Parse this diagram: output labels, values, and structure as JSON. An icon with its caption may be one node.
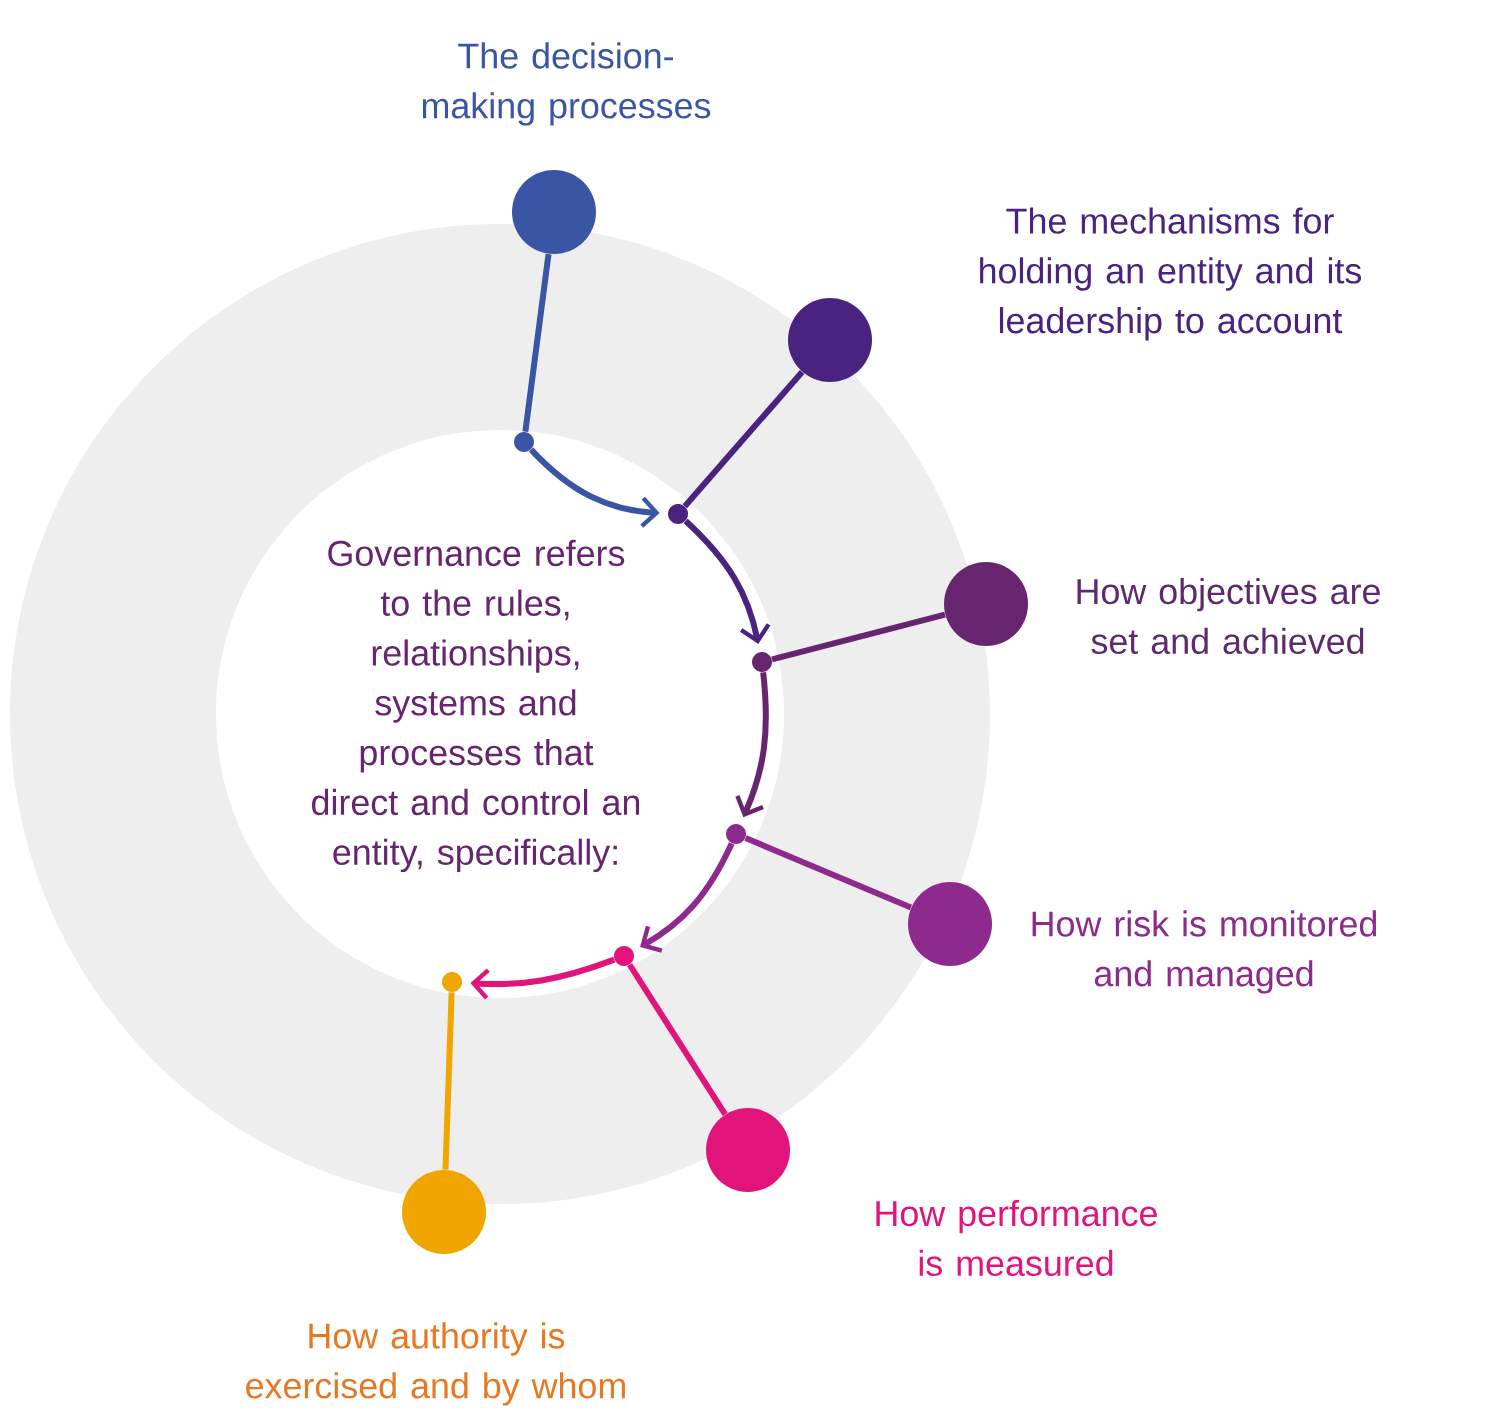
{
  "diagram": {
    "nodes": [
      {
        "text": [
          "Governance refers to the rules, relationships, systems and processes that direct and control an entity, specifically:"
        ]
      },
      {
        "text": [],
        "shape": "circle",
        "beside": [
          "The decision-making processes"
        ]
      },
      {
        "text": [],
        "shape": "circle",
        "beside": [
          "The mechanisms for holding an entity and its leadership to account"
        ]
      },
      {
        "text": [],
        "shape": "circle",
        "beside": [
          "How objectives are set and achieved"
        ]
      },
      {
        "text": [],
        "shape": "circle",
        "beside": [
          "How risk is monitored and managed"
        ]
      },
      {
        "text": [],
        "shape": "circle",
        "beside": [
          "How performance is measured"
        ]
      },
      {
        "text": [],
        "shape": "circle",
        "beside": [
          "How authority is exercised and by whom"
        ]
      },
      {
        "text": [],
        "shape": "circle"
      },
      {
        "text": [],
        "shape": "circle"
      },
      {
        "text": [],
        "shape": "circle"
      },
      {
        "text": [],
        "shape": "circle"
      },
      {
        "text": [],
        "shape": "circle"
      },
      {
        "text": [],
        "shape": "circle"
      }
    ],
    "edges": [
      {
        "from": 1,
        "to": 7,
        "arrow": "none",
        "color": "#3b55a5"
      },
      {
        "from": 7,
        "to": 8,
        "arrow": "to",
        "color": "#3b55a5"
      },
      {
        "from": 2,
        "to": 8,
        "arrow": "none",
        "color": "#4a2380"
      },
      {
        "from": 8,
        "to": 9,
        "arrow": "to",
        "color": "#4a2380"
      },
      {
        "from": 3,
        "to": 9,
        "arrow": "none",
        "color": "#66256e"
      },
      {
        "from": 9,
        "to": 10,
        "arrow": "to",
        "color": "#66256e"
      },
      {
        "from": 4,
        "to": 10,
        "arrow": "none",
        "color": "#8e2a8e"
      },
      {
        "from": 10,
        "to": 11,
        "arrow": "to",
        "color": "#8e2a8e"
      },
      {
        "from": 5,
        "to": 11,
        "arrow": "none",
        "color": "#e0147a"
      },
      {
        "from": 11,
        "to": 12,
        "arrow": "to",
        "color": "#e0147a"
      },
      {
        "from": 6,
        "to": 12,
        "arrow": "none",
        "color": "#f0a500"
      }
    ]
  }
}
